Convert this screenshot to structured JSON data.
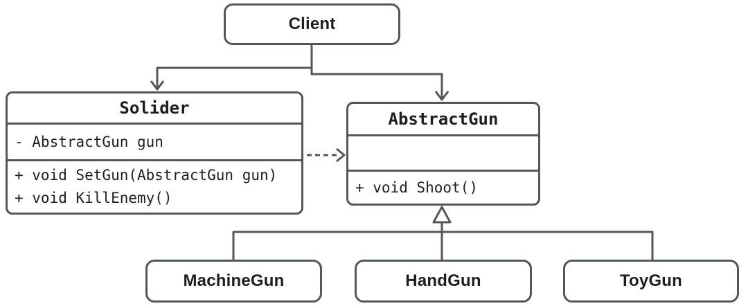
{
  "diagram": {
    "background": "#ffffff",
    "line_color": "#53575c",
    "text_color": "#1e1e1e",
    "nodes": {
      "client": {
        "label": "Client"
      },
      "solider": {
        "title": "Solider",
        "fields": [
          "- AbstractGun gun"
        ],
        "methods": [
          "+ void SetGun(AbstractGun gun)",
          "+ void KillEnemy()"
        ]
      },
      "abstract_gun": {
        "title": "AbstractGun",
        "fields": [],
        "methods": [
          "+ void Shoot()"
        ]
      },
      "machine_gun": {
        "label": "MachineGun"
      },
      "hand_gun": {
        "label": "HandGun"
      },
      "toy_gun": {
        "label": "ToyGun"
      }
    },
    "relations": [
      {
        "from": "Client",
        "to": "Solider",
        "type": "directed-association-solid-arrow"
      },
      {
        "from": "Client",
        "to": "AbstractGun",
        "type": "directed-association-solid-arrow"
      },
      {
        "from": "Solider",
        "to": "AbstractGun",
        "type": "dependency-dashed-arrow"
      },
      {
        "from": "MachineGun",
        "to": "AbstractGun",
        "type": "generalization-hollow-triangle"
      },
      {
        "from": "HandGun",
        "to": "AbstractGun",
        "type": "generalization-hollow-triangle"
      },
      {
        "from": "ToyGun",
        "to": "AbstractGun",
        "type": "generalization-hollow-triangle"
      }
    ]
  }
}
